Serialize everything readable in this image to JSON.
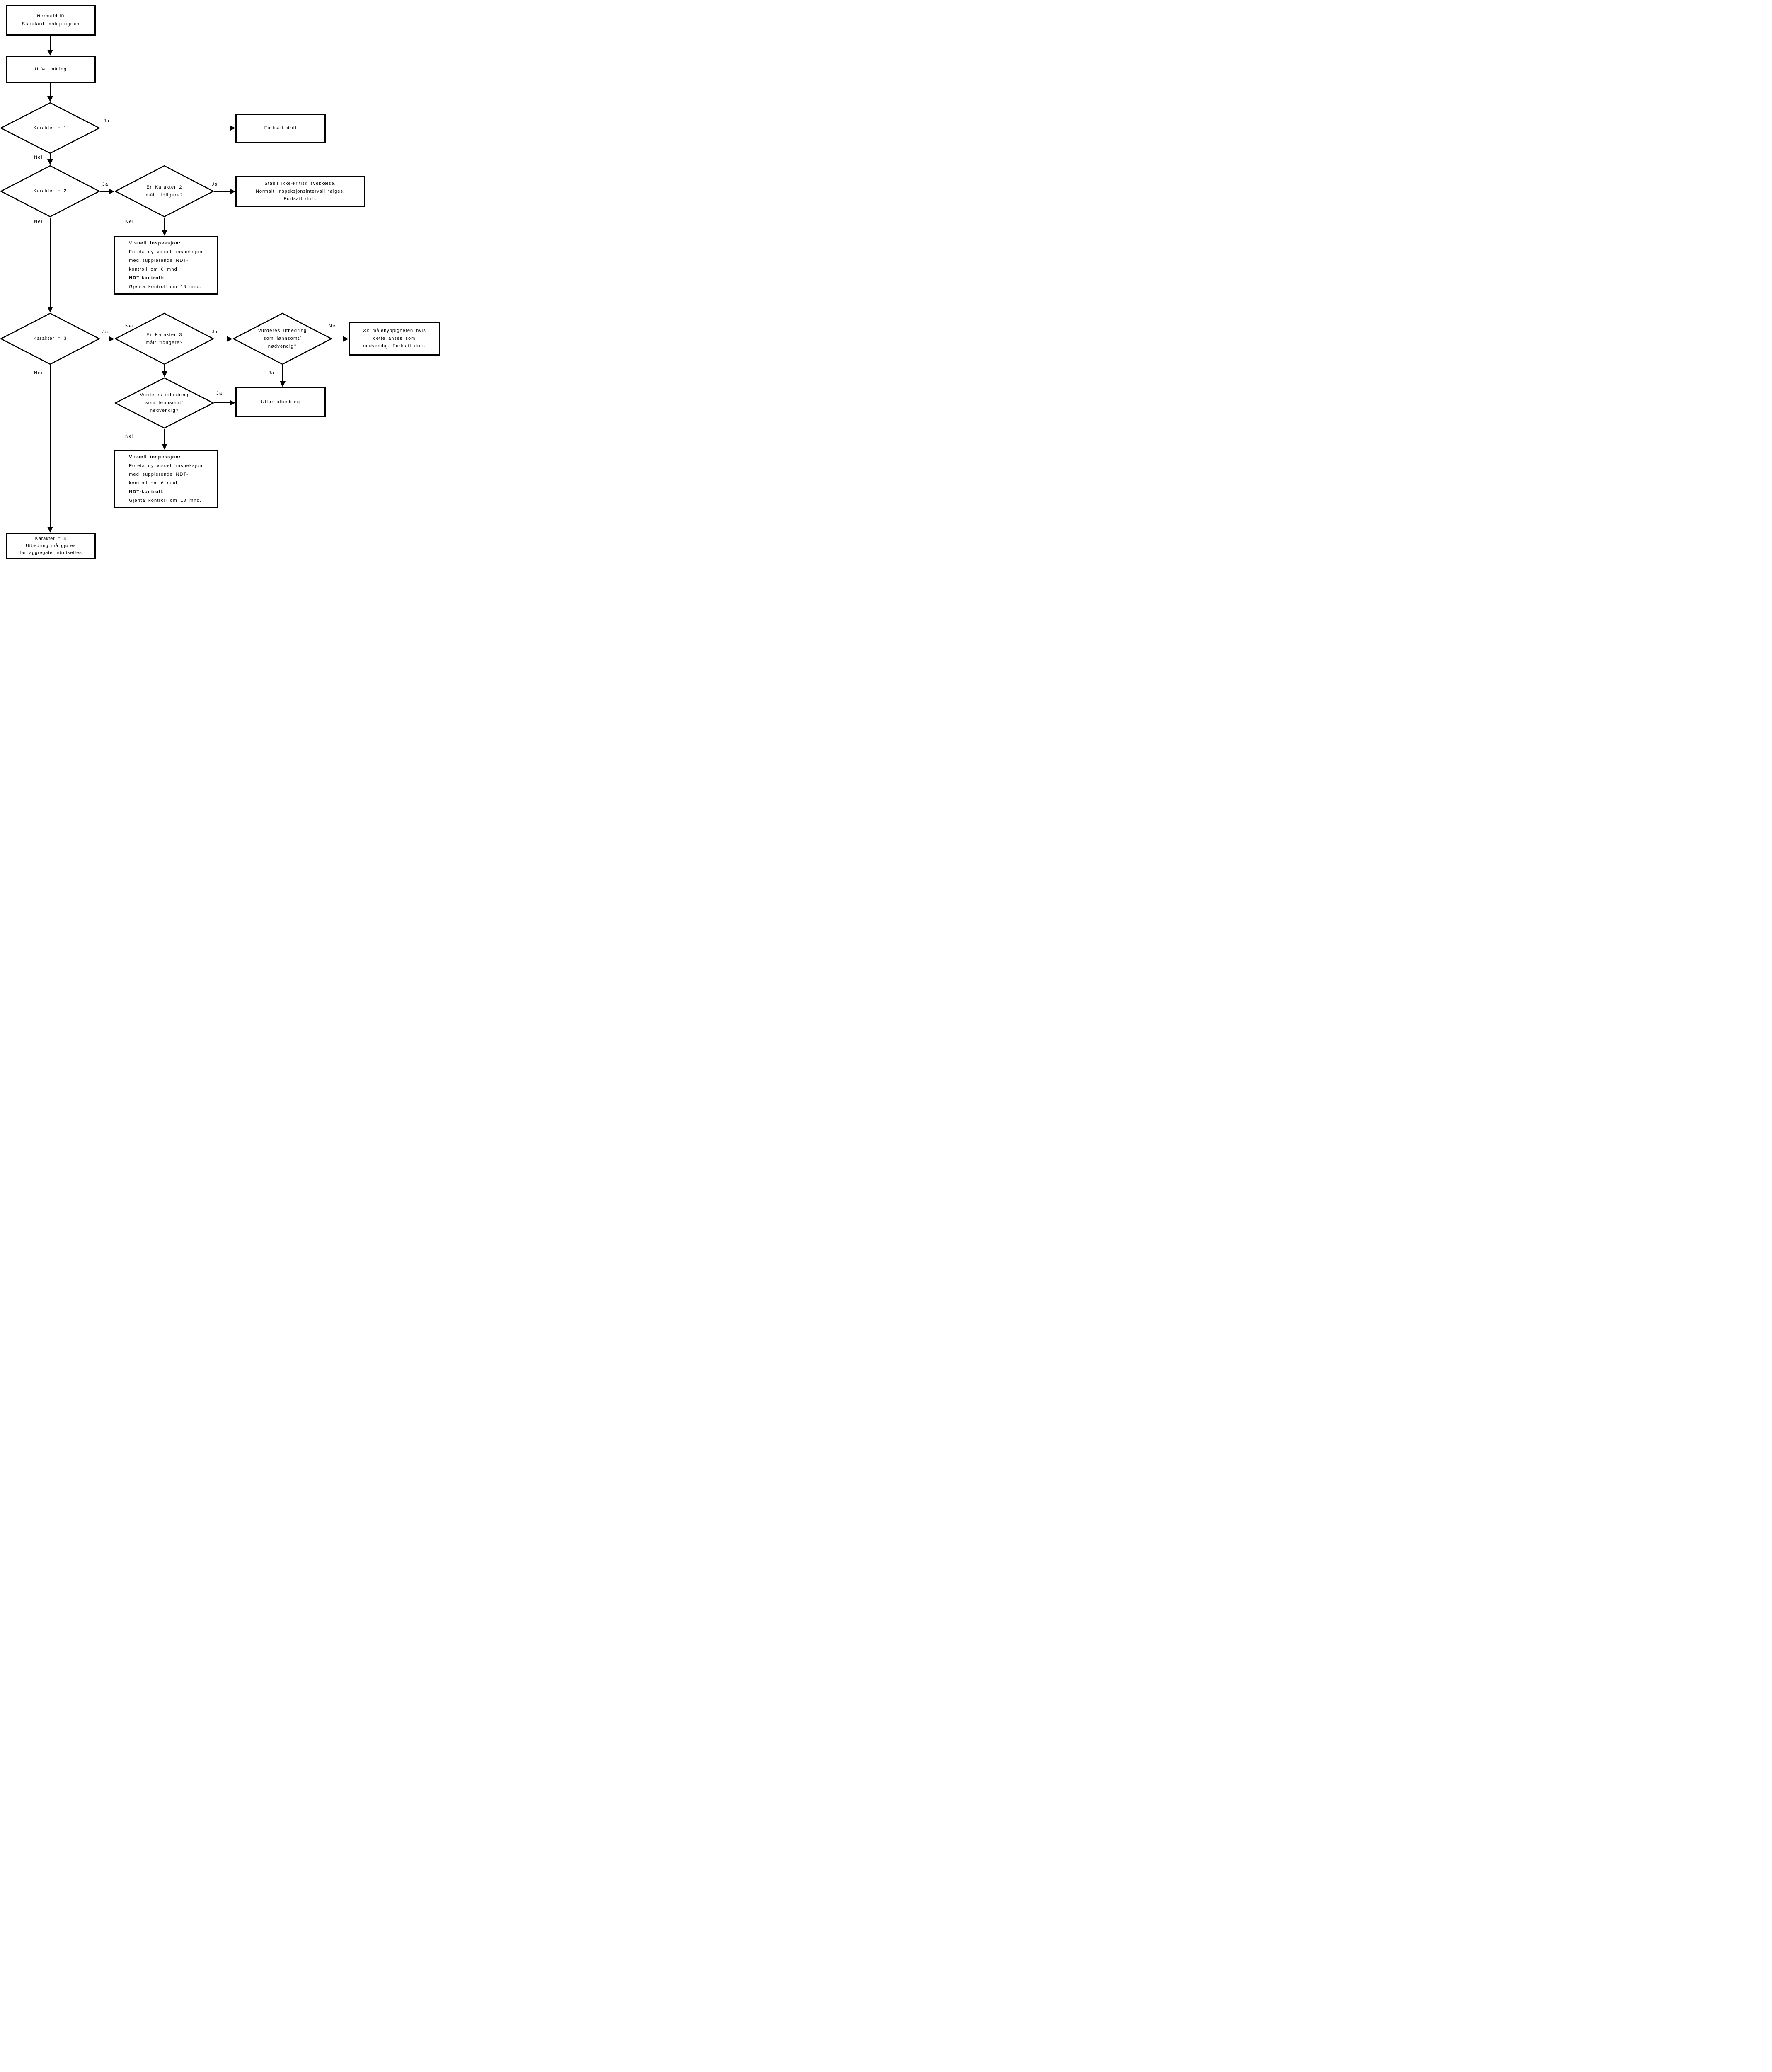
{
  "diagram": {
    "nodes": {
      "start": {
        "text": "Normaldrift\nStandard måleprogram"
      },
      "measure": {
        "text": "Utfør måling"
      },
      "k1": {
        "text": "Karakter = 1"
      },
      "fortsatt": {
        "text": "Fortsatt drift"
      },
      "k2": {
        "text": "Karakter = 2"
      },
      "k2_tidligere": {
        "text": "Er Karakter 2\nmålt tidligere?"
      },
      "stabil": {
        "text": "Stabil ikke-kritisk svekkelse.\nNormalt inspeksjonsintervall følges.\nFortsatt drift."
      },
      "visuell": {
        "heading1": "Visuell inspeksjon:",
        "body1": "Foreta ny visuell inspeksjon\nmed supplerende NDT-\nkontroll om 6 mnd.",
        "heading2": "NDT-kontroll:",
        "body2": "Gjenta kontroll om 18 mnd."
      },
      "k3": {
        "text": "Karakter = 3"
      },
      "k3_tidligere": {
        "text": "Er Karakter 3\nmålt tidligere?"
      },
      "vurderes": {
        "text": "Vurderes utbedring\nsom lønnsomt/\nnødvendig?"
      },
      "ok_male": {
        "text": "Øk målehyppigheten hvis\ndette anses som\nnødvendig. Fortsatt drift."
      },
      "utfor_utbedring": {
        "text": "Utfør utbedring"
      },
      "k4": {
        "text": "Karakter = 4\nUtbedring må gjøres\nfør aggregatet idriftsettes"
      }
    },
    "labels": {
      "ja": "Ja",
      "nei": "Nei"
    },
    "colors": {
      "line": "#000000",
      "background": "#ffffff"
    }
  }
}
